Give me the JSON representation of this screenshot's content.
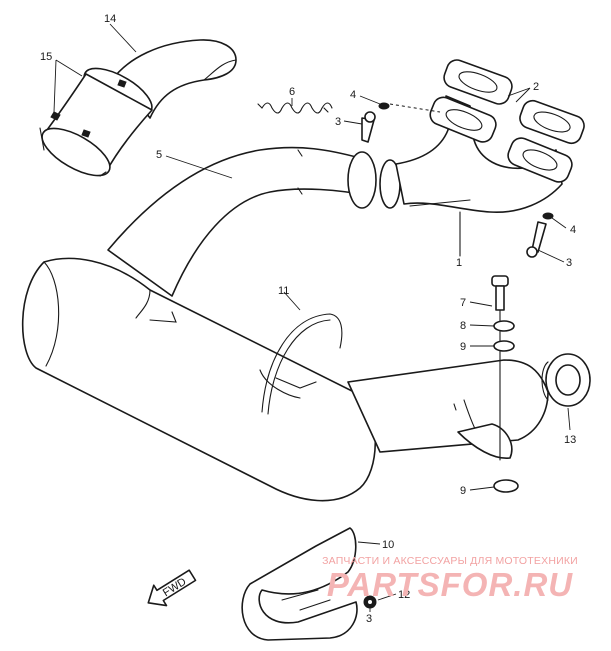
{
  "diagram": {
    "callouts": [
      "14",
      "15",
      "6",
      "4",
      "3",
      "2",
      "5",
      "1",
      "4",
      "3",
      "11",
      "7",
      "8",
      "9",
      "13",
      "9",
      "10",
      "12",
      "3"
    ],
    "fwd_label": "FWD"
  },
  "watermark": {
    "caption": "ЗАПЧАСТИ И АКСЕССУАРЫ ДЛЯ МОТОТЕХНИКИ",
    "logo_text": "PARTSFOR.RU",
    "color": "#f4b4b4"
  }
}
